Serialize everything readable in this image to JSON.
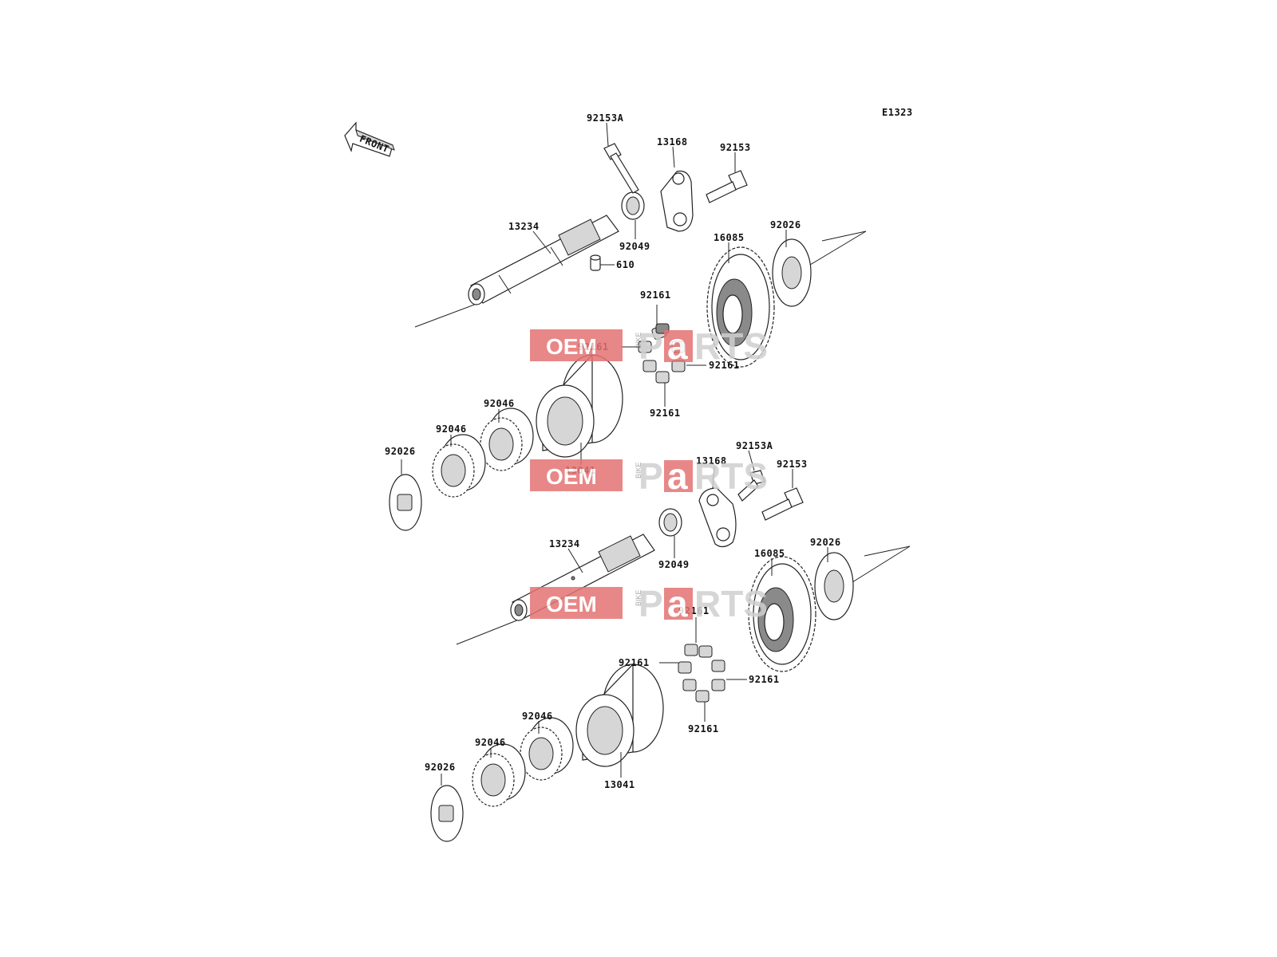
{
  "diagram_code": "E1323",
  "front_label": "FRONT",
  "watermark": {
    "oem": "OEM",
    "bike": "BIKE",
    "p": "P",
    "a": "a",
    "rts": "RTS"
  },
  "upper": {
    "bolt_a": "92153A",
    "holder": "13168",
    "bolt": "92153",
    "shaft": "13234",
    "seal": "92049",
    "pin": "610",
    "gear": "16085",
    "washer_right": "92026",
    "damper_top": "92161",
    "damper_left": "92161",
    "damper_right": "92161",
    "damper_bottom": "92161",
    "hub": "13041",
    "bearing_outer": "92046",
    "bearing_inner": "92046",
    "washer_left": "92026"
  },
  "lower": {
    "bolt_a": "92153A",
    "holder": "13168",
    "bolt": "92153",
    "shaft": "13234",
    "seal": "92049",
    "gear": "16085",
    "washer_right": "92026",
    "damper_top": "92161",
    "damper_left": "92161",
    "damper_right": "92161",
    "damper_bottom": "92161",
    "hub": "13041",
    "bearing_outer": "92046",
    "bearing_inner": "92046",
    "washer_left": "92026"
  }
}
